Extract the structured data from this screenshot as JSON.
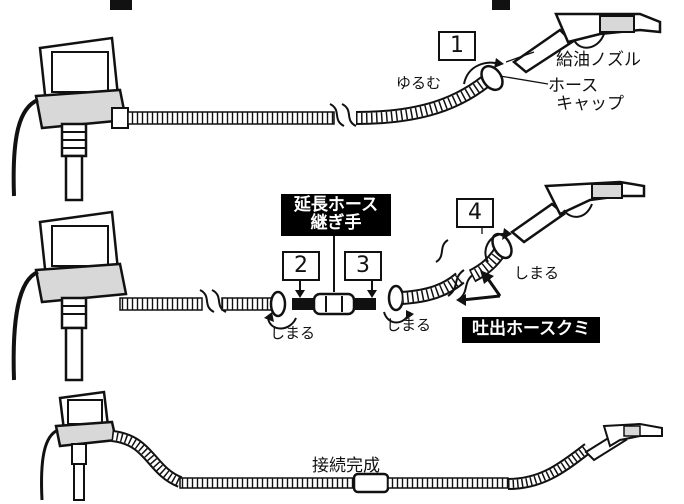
{
  "panel1": {
    "step": "1",
    "loosen": "ゆるむ",
    "nozzle": "給油ノズル",
    "hose_cap_1": "ホース",
    "hose_cap_2": "キャップ"
  },
  "panel2": {
    "extension_label_1": "延長ホース",
    "extension_label_2": "継ぎ手",
    "step2": "2",
    "step3": "3",
    "step4": "4",
    "tighten": "しまる",
    "discharge_fitting": "吐出ホースクミ"
  },
  "panel3": {
    "complete": "接続完成"
  },
  "colors": {
    "ink": "#111111",
    "paper": "#ffffff",
    "pump_fill": "#d8d8d8",
    "hose_fill": "#ffffff"
  }
}
